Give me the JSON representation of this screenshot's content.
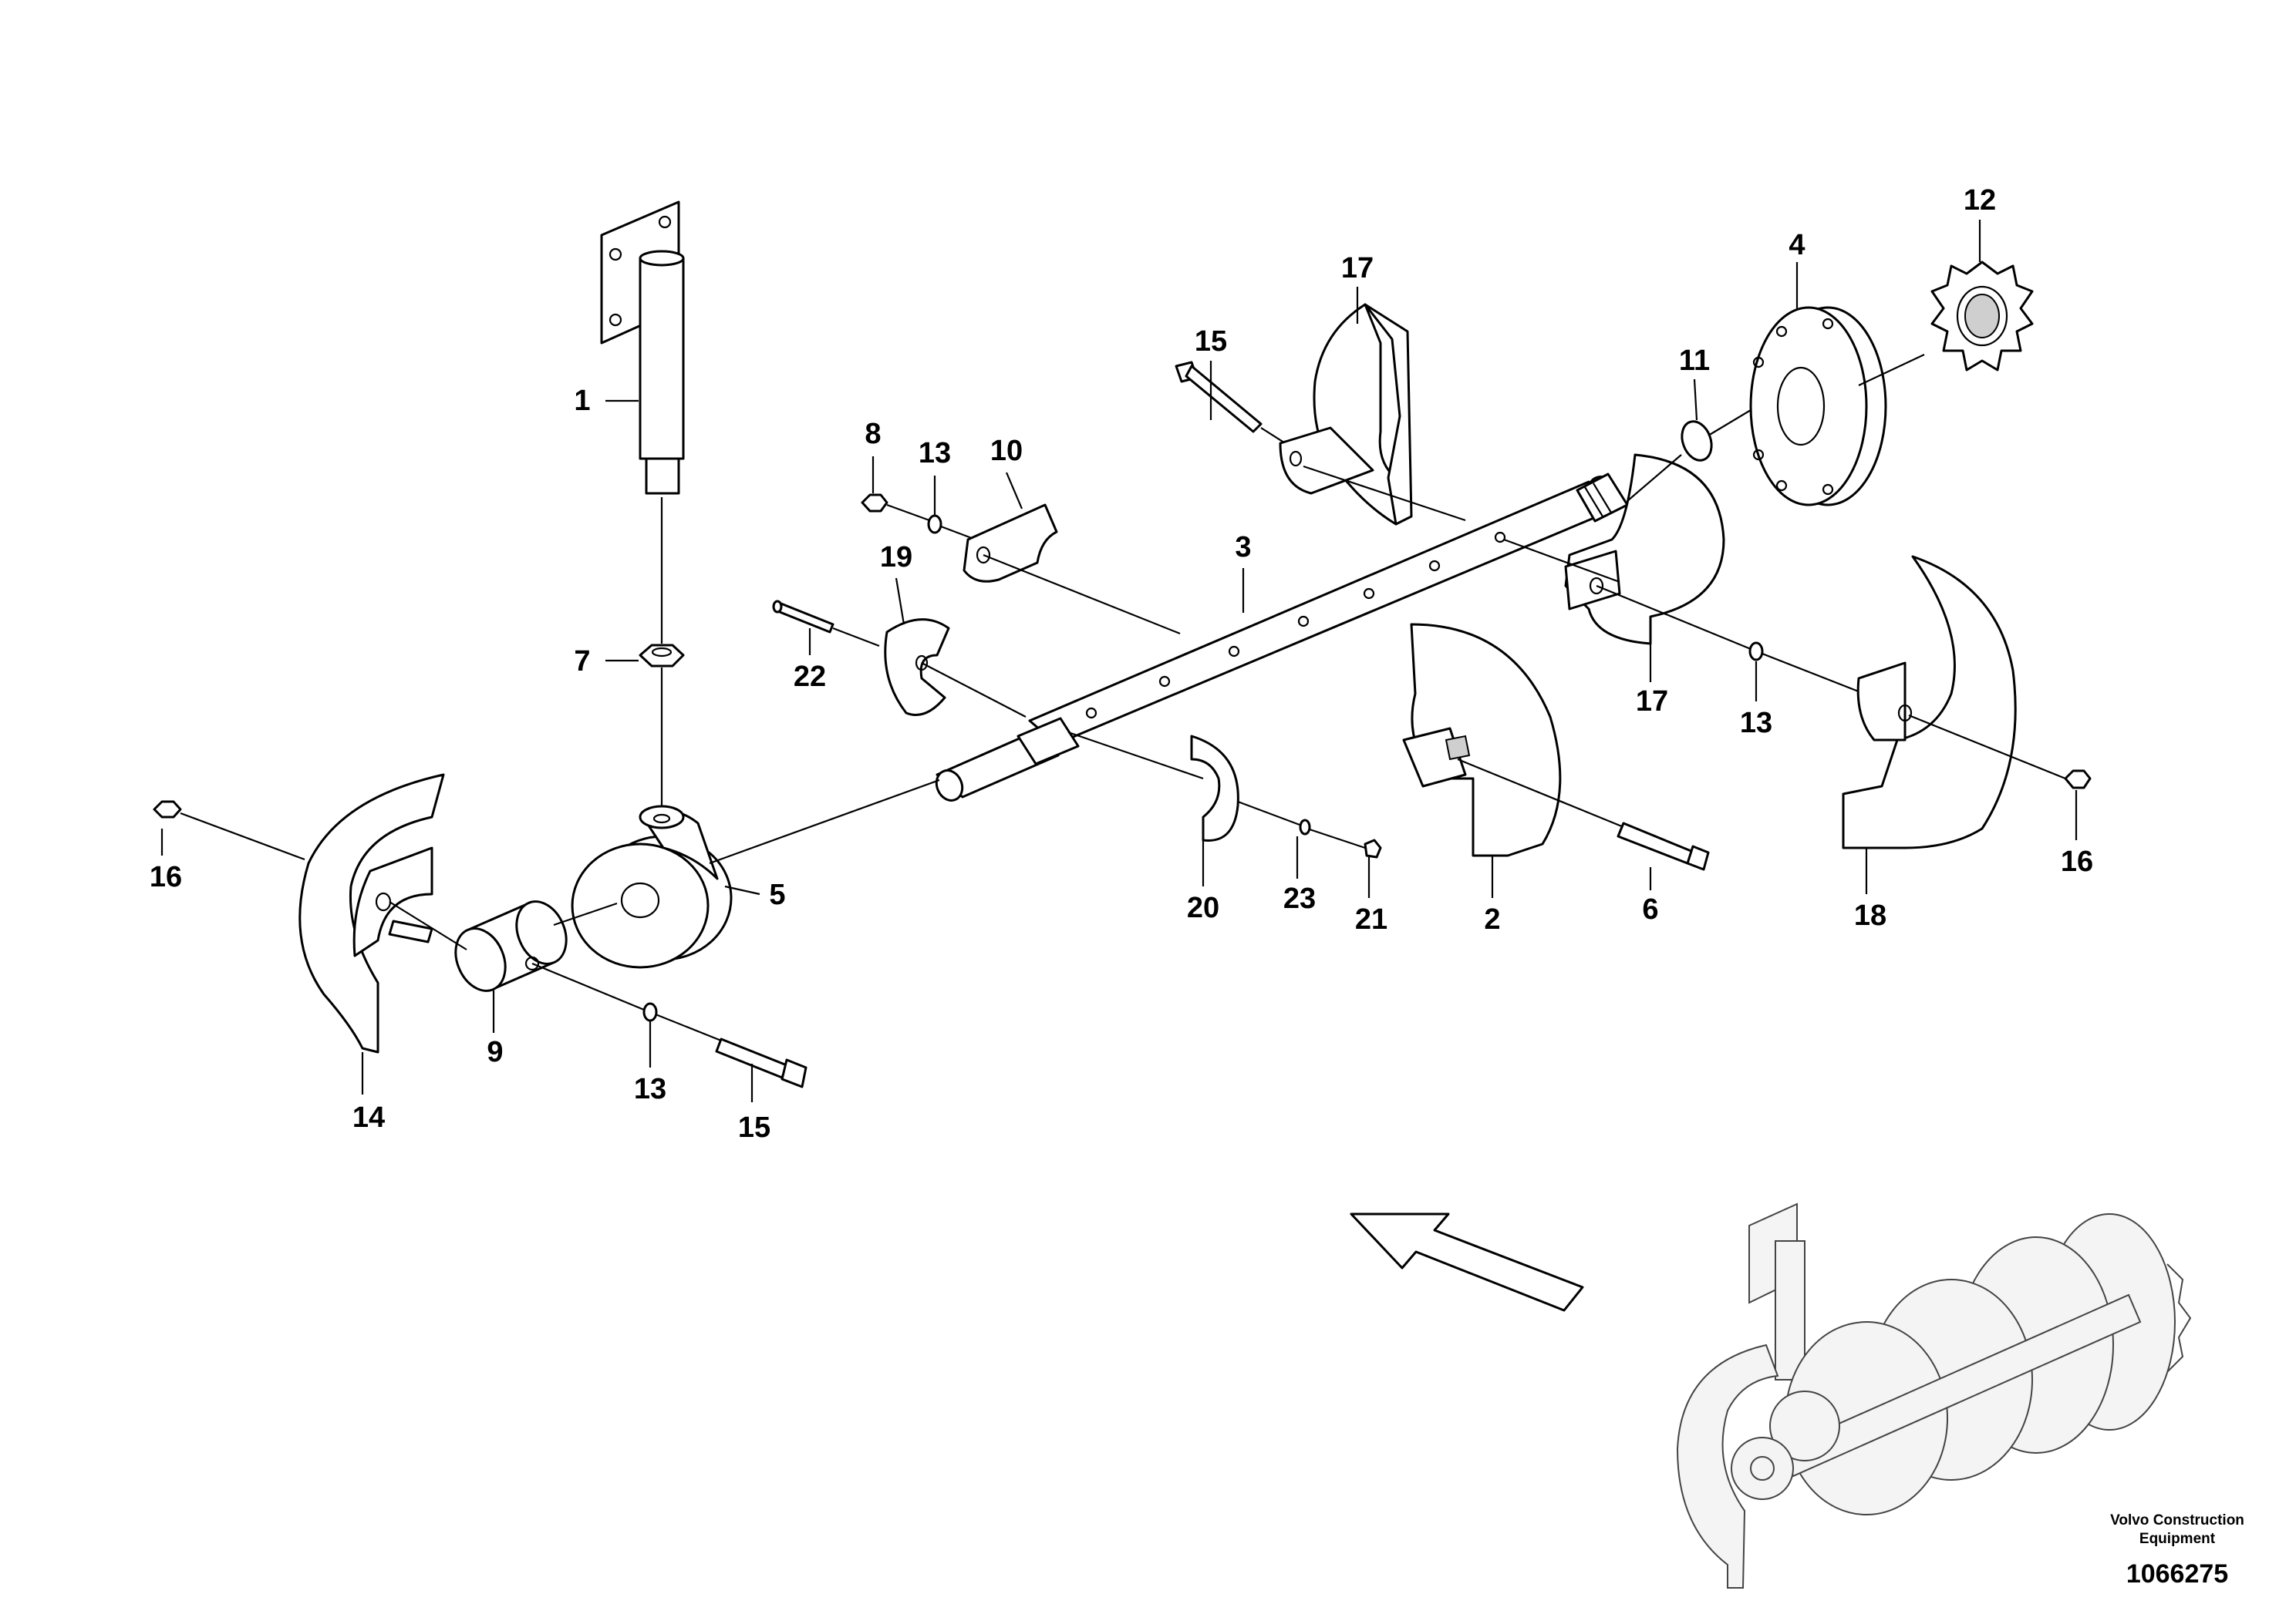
{
  "labels": {
    "p1": "1",
    "p2": "2",
    "p3": "3",
    "p4": "4",
    "p5": "5",
    "p6": "6",
    "p7": "7",
    "p8": "8",
    "p9": "9",
    "p10": "10",
    "p11": "11",
    "p12": "12",
    "p13a": "13",
    "p13b": "13",
    "p13c": "13",
    "p14": "14",
    "p15a": "15",
    "p15b": "15",
    "p16a": "16",
    "p16b": "16",
    "p17a": "17",
    "p17b": "17",
    "p18": "18",
    "p19": "19",
    "p20": "20",
    "p21": "21",
    "p22": "22",
    "p23": "23"
  },
  "footer": {
    "brand_line1": "Volvo Construction",
    "brand_line2": "Equipment",
    "drawing_number": "1066275"
  },
  "icons": {
    "direction": "arrow-up-left-icon"
  }
}
